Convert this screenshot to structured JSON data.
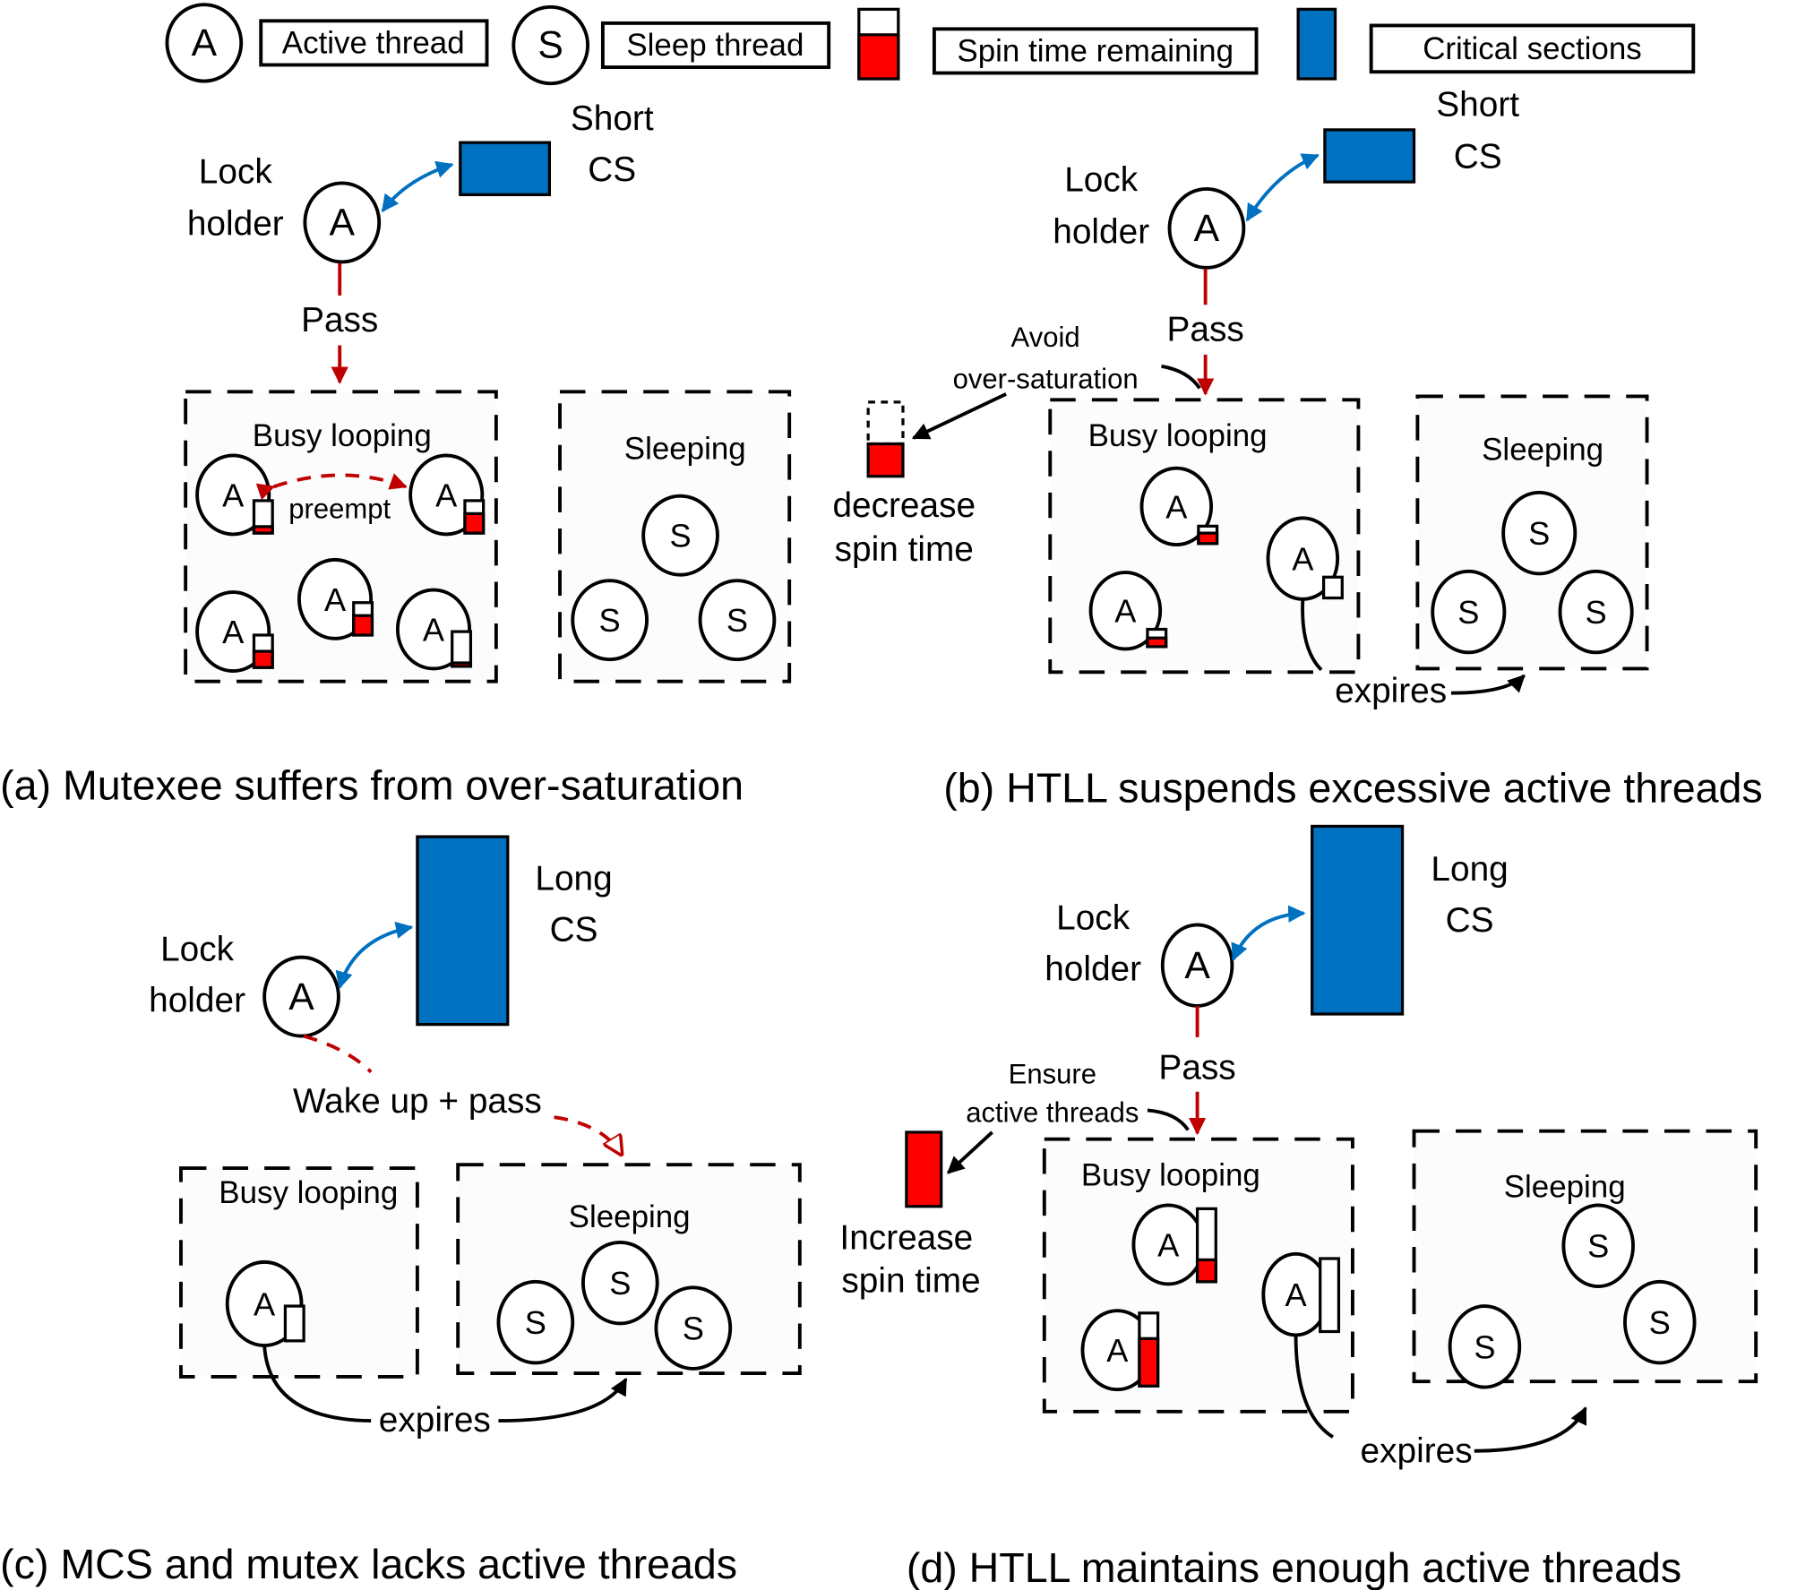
{
  "colors": {
    "critical_section": "#0070C0",
    "spin_fill": "#FF0000",
    "pass_arrow": "#C00000"
  },
  "legend": {
    "active_symbol": "A",
    "active_label": "Active thread",
    "sleep_symbol": "S",
    "sleep_label": "Sleep thread",
    "spin_label": "Spin time remaining",
    "cs_label": "Critical sections"
  },
  "common": {
    "lock": "Lock",
    "holder": "holder",
    "active": "A",
    "sleep": "S",
    "pass": "Pass",
    "busy_looping": "Busy looping",
    "sleeping": "Sleeping",
    "expires": "expires"
  },
  "panel_a": {
    "cs_line1": "Short",
    "cs_line2": "CS",
    "preempt": "preempt",
    "caption": "(a) Mutexee suffers from over-saturation",
    "spin_levels": [
      0.2,
      0.6,
      0.5,
      0.6,
      0.1
    ]
  },
  "panel_b": {
    "cs_line1": "Short",
    "cs_line2": "CS",
    "note_line1": "Avoid",
    "note_line2": "over-saturation",
    "action_line1": "decrease",
    "action_line2": "spin time",
    "caption": "(b) HTLL suspends excessive active threads",
    "spin_levels": [
      0.6,
      0.5,
      0.0
    ]
  },
  "panel_c": {
    "cs_line1": "Long",
    "cs_line2": "CS",
    "wake": "Wake up + pass",
    "caption": "(c)  MCS and mutex lacks active threads",
    "spin_levels": [
      0.0
    ]
  },
  "panel_d": {
    "cs_line1": "Long",
    "cs_line2": "CS",
    "note_line1": "Ensure",
    "note_line2": "active threads",
    "action_line1": "Increase",
    "action_line2": "spin time",
    "caption": "(d) HTLL maintains enough active threads",
    "spin_levels": [
      0.3,
      0.65,
      0.0
    ]
  }
}
